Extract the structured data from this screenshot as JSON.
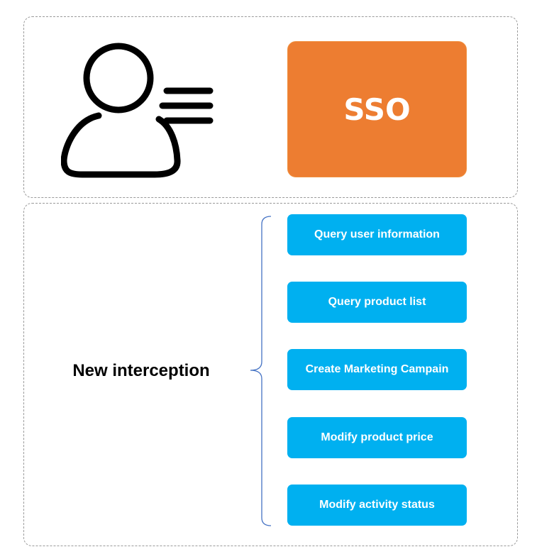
{
  "top": {
    "user_icon": "user-with-lines-icon",
    "sso_label": "SSO",
    "sso_color": "#ed7d31"
  },
  "bottom": {
    "label": "New interception",
    "action_color": "#00b0f0",
    "actions": [
      "Query user information",
      "Query product list",
      "Create Marketing Campain",
      "Modify product price",
      "Modify activity status"
    ]
  }
}
